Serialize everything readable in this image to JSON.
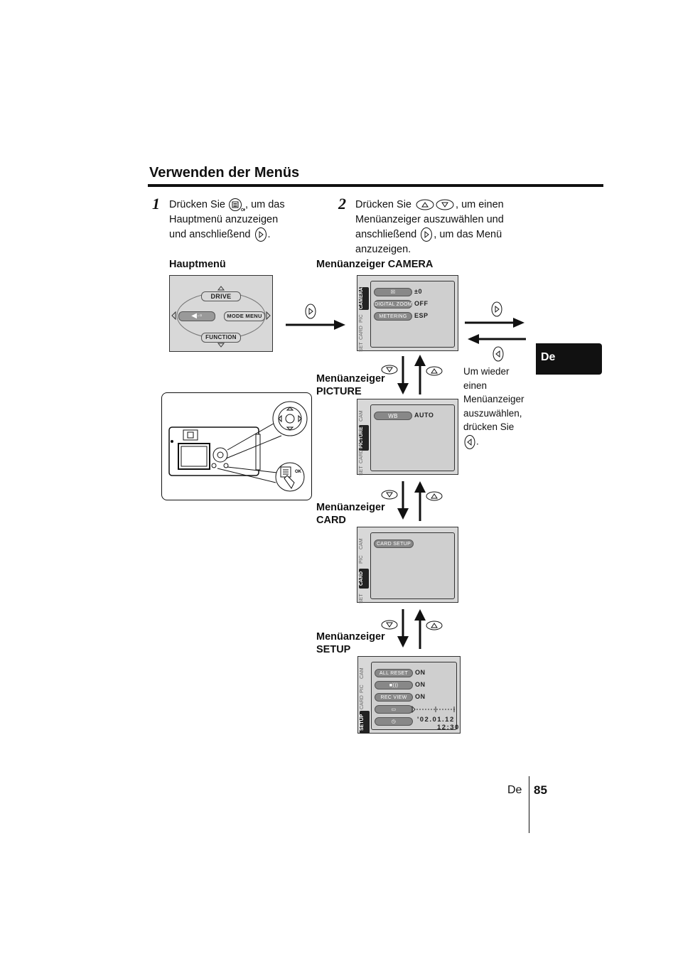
{
  "page": {
    "title": "Verwenden der Menüs",
    "lang_tab": "De",
    "footer_lang": "De",
    "page_number": "85"
  },
  "steps": [
    {
      "num": "1",
      "line1_pre": "Drücken Sie",
      "line1_post": ", um das",
      "line2": "Hauptmenü anzuzeigen",
      "line3_pre": "und anschließend",
      "line3_post": "."
    },
    {
      "num": "2",
      "line1_pre": "Drücken Sie",
      "line1_post": ", um einen",
      "line2": "Menüanzeiger auszuwählen und",
      "line3_pre": "anschließend",
      "line3_post": ", um das Menü",
      "line4": "anzuzeigen."
    }
  ],
  "labels": {
    "main_menu": "Hauptmenü",
    "camera": "Menüanzeiger CAMERA",
    "picture_1": "Menüanzeiger",
    "picture_2": "PICTURE",
    "card_1": "Menüanzeiger",
    "card_2": "CARD",
    "setup_1": "Menüanzeiger",
    "setup_2": "SETUP"
  },
  "note": [
    "Um wieder",
    "einen",
    "Menüanzeiger",
    "auszuwählen,",
    "drücken Sie",
    "."
  ],
  "main_menu_screen": {
    "drive": "DRIVE",
    "mode_menu": "MODE MENU",
    "function": "FUNCTION"
  },
  "tabs": {
    "camera": "CAMERA",
    "cam": "CAM",
    "pic": "PIC",
    "picture": "PICTURE",
    "card": "CARD",
    "set": "SET",
    "setup": "SETUP"
  },
  "camera_screen": {
    "digital_zoom": "DIGITAL ZOOM",
    "digital_zoom_val": "OFF",
    "metering": "METERING",
    "metering_val": "ESP",
    "exposure_val": "±0"
  },
  "picture_screen": {
    "wb": "WB",
    "wb_val": "AUTO"
  },
  "card_screen": {
    "card_setup": "CARD SETUP"
  },
  "setup_screen": {
    "all_reset": "ALL RESET",
    "all_reset_val": "ON",
    "beep_val": "ON",
    "rec_view": "REC VIEW",
    "rec_view_val": "ON",
    "date": "'02.01.12",
    "time": "12:30"
  }
}
